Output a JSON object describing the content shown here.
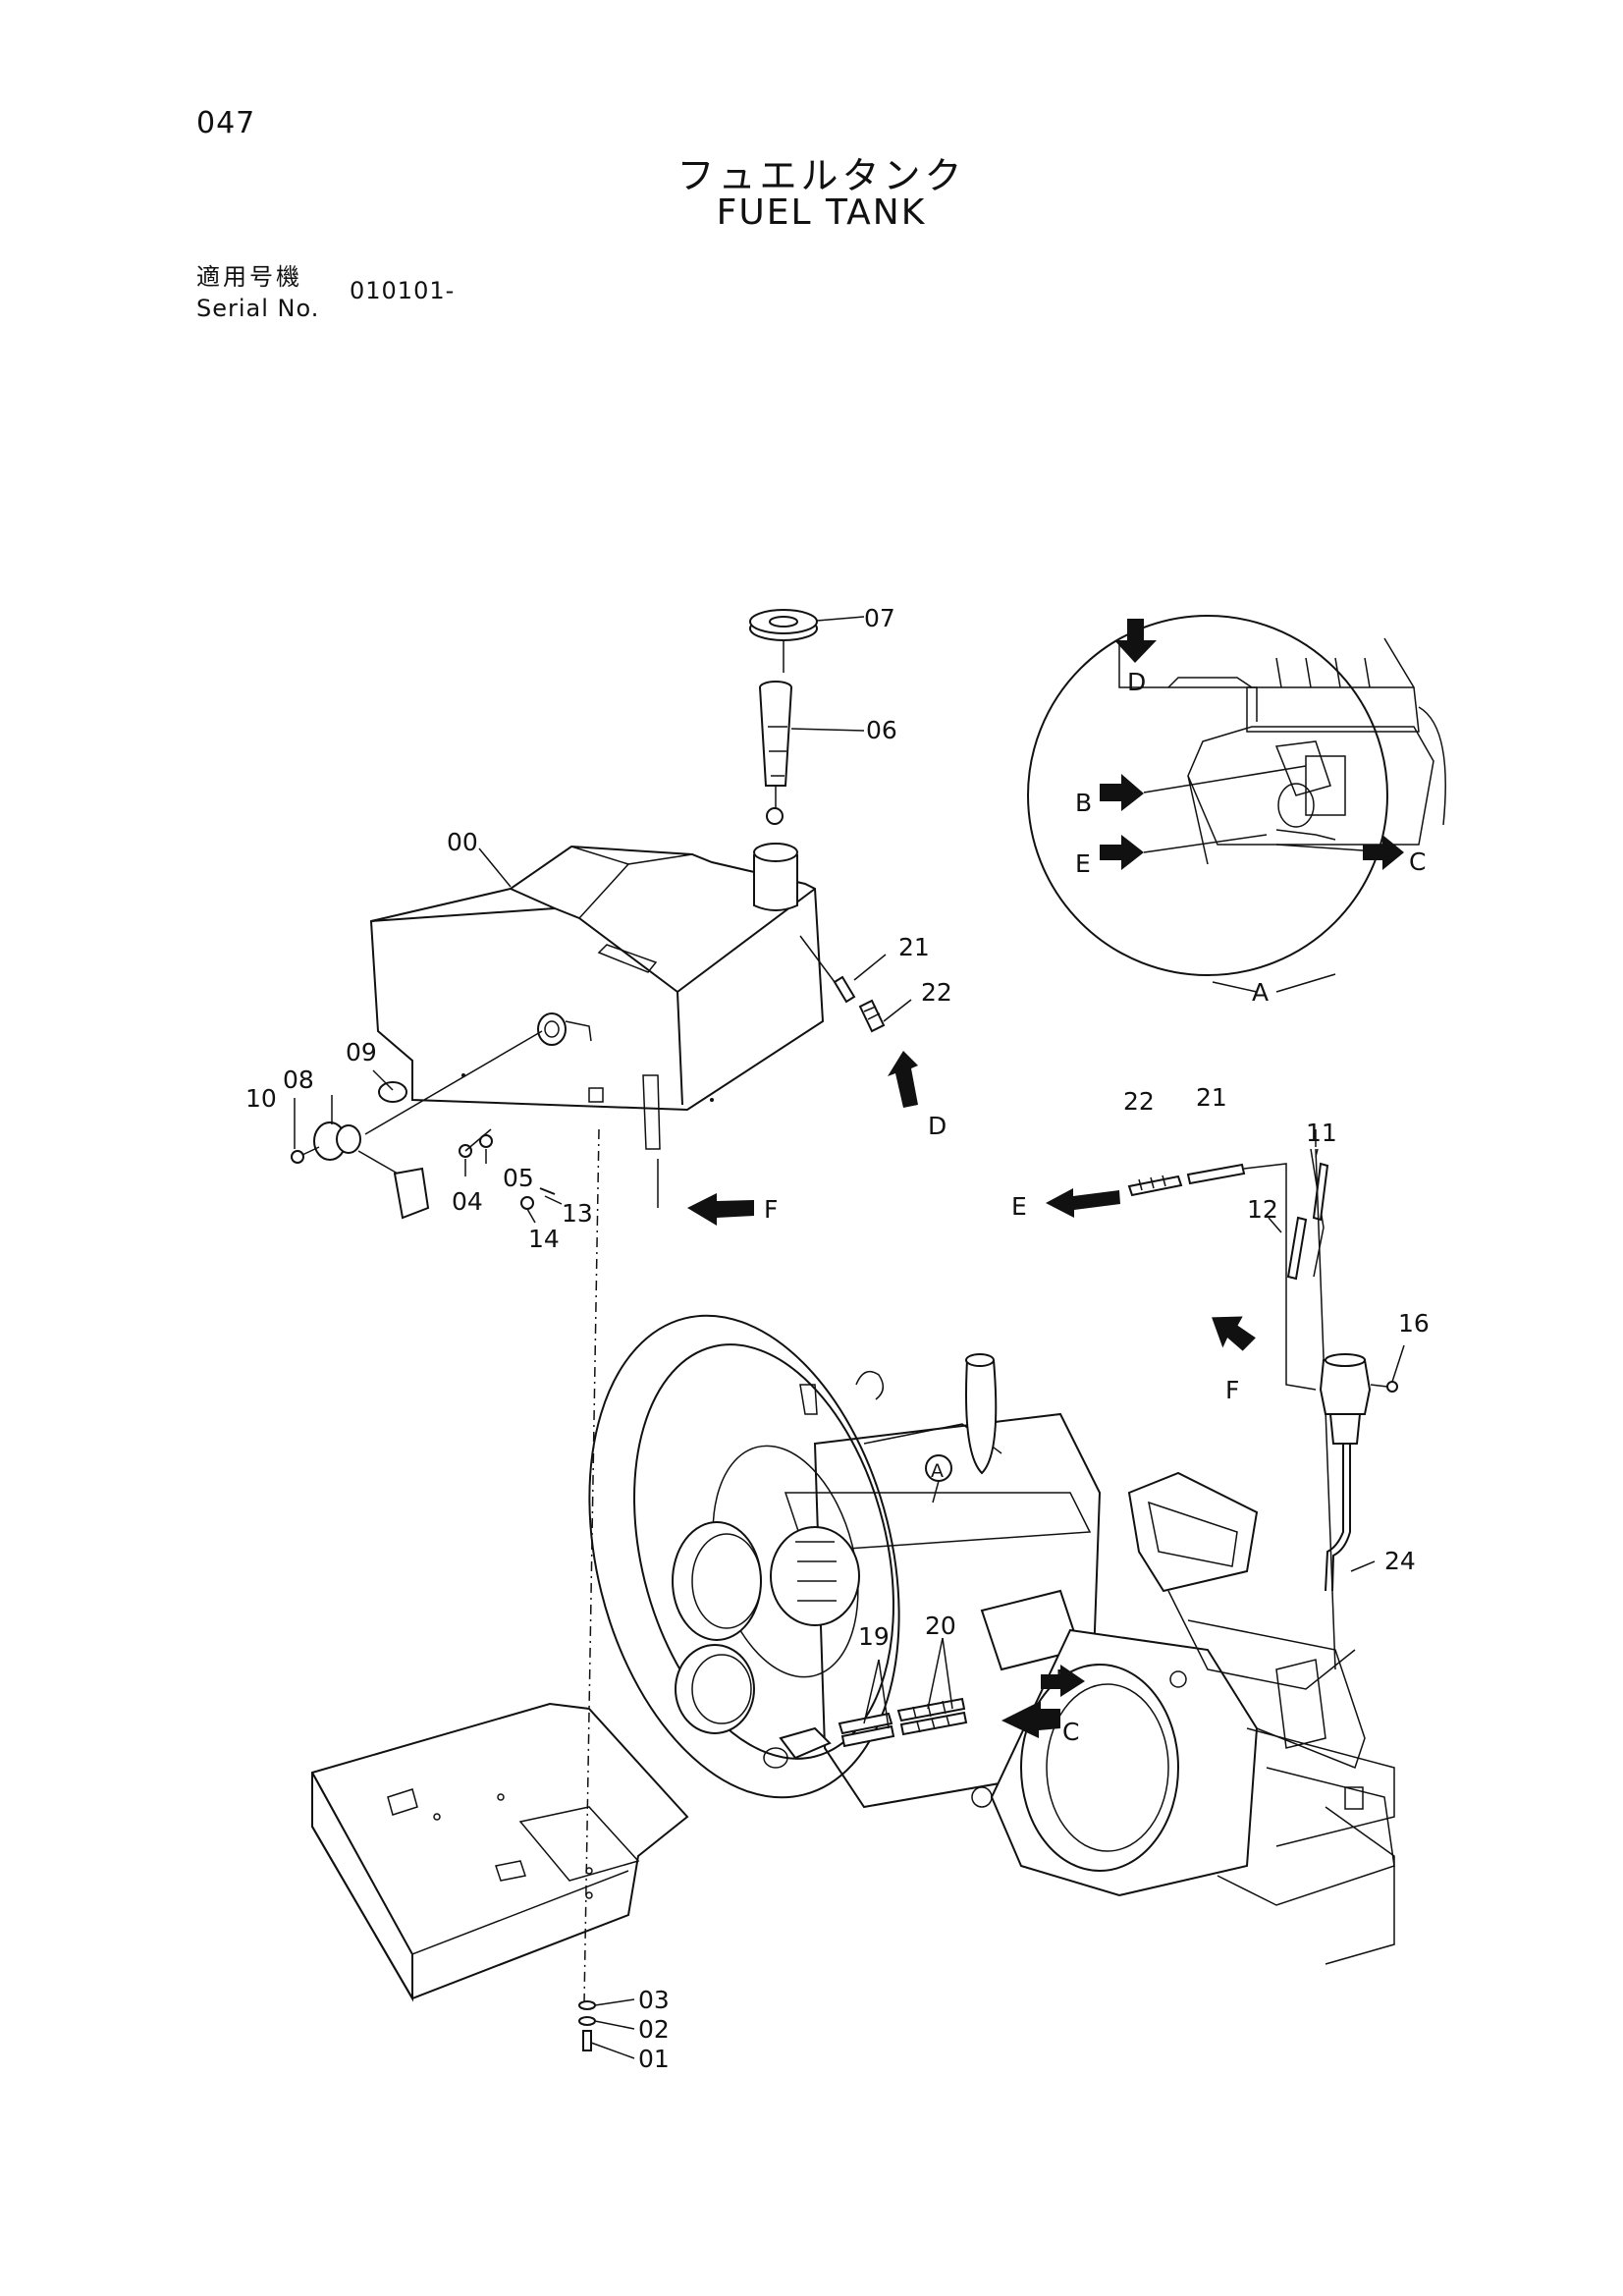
{
  "header": {
    "page_number": "047",
    "title_jp": "フュエルタンク",
    "title_en": "FUEL TANK",
    "serial_label_jp": "適用号機",
    "serial_label_en": "Serial No.",
    "serial_value": "010101-"
  },
  "callouts": {
    "p00": "00",
    "p01": "01",
    "p02": "02",
    "p03": "03",
    "p04": "04",
    "p05": "05",
    "p06": "06",
    "p07": "07",
    "p08": "08",
    "p09": "09",
    "p10": "10",
    "p11": "11",
    "p12": "12",
    "p13": "13",
    "p14": "14",
    "p16": "16",
    "p19": "19",
    "p20": "20",
    "p21a": "21",
    "p22a": "22",
    "p21b": "21",
    "p22b": "22",
    "p24": "24"
  },
  "view_letters": {
    "d_tank": "D",
    "f_tank": "F",
    "e_hose": "E",
    "f_hose": "F",
    "b_engine": "B",
    "c_engine": "C",
    "a_engine": "A",
    "d_detail": "D",
    "b_detail": "B",
    "e_detail": "E",
    "c_detail": "C",
    "a_detail": "A"
  }
}
